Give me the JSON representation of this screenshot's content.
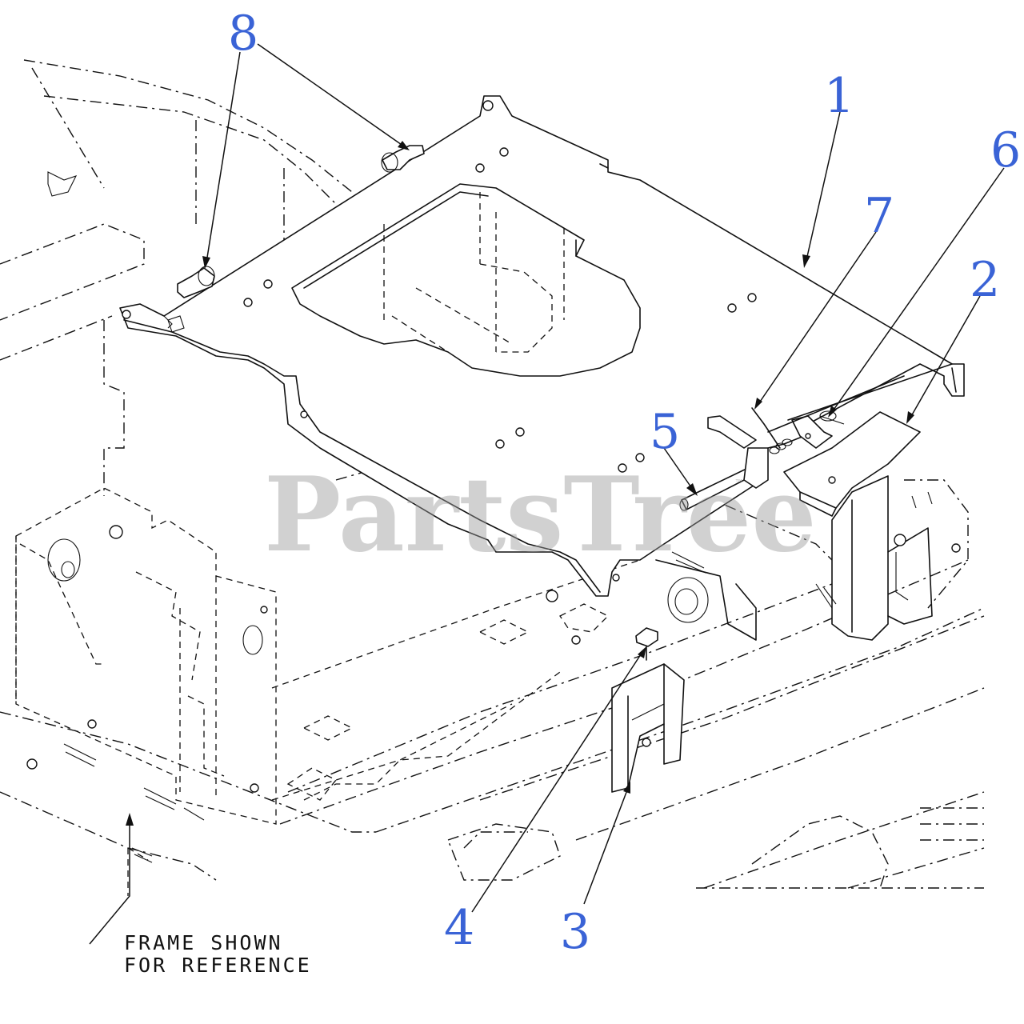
{
  "callouts": [
    {
      "id": "1",
      "label": "1"
    },
    {
      "id": "2",
      "label": "2"
    },
    {
      "id": "3",
      "label": "3"
    },
    {
      "id": "4",
      "label": "4"
    },
    {
      "id": "5",
      "label": "5"
    },
    {
      "id": "6",
      "label": "6"
    },
    {
      "id": "7",
      "label": "7"
    },
    {
      "id": "8",
      "label": "8"
    }
  ],
  "note": {
    "line1": "FRAME SHOWN",
    "line2": "FOR REFERENCE"
  },
  "watermark": {
    "text": "PartsTree",
    "tm": "™"
  },
  "colors": {
    "callout": "#3a63d6",
    "line": "#111111",
    "watermark": "#9a9a9a"
  }
}
